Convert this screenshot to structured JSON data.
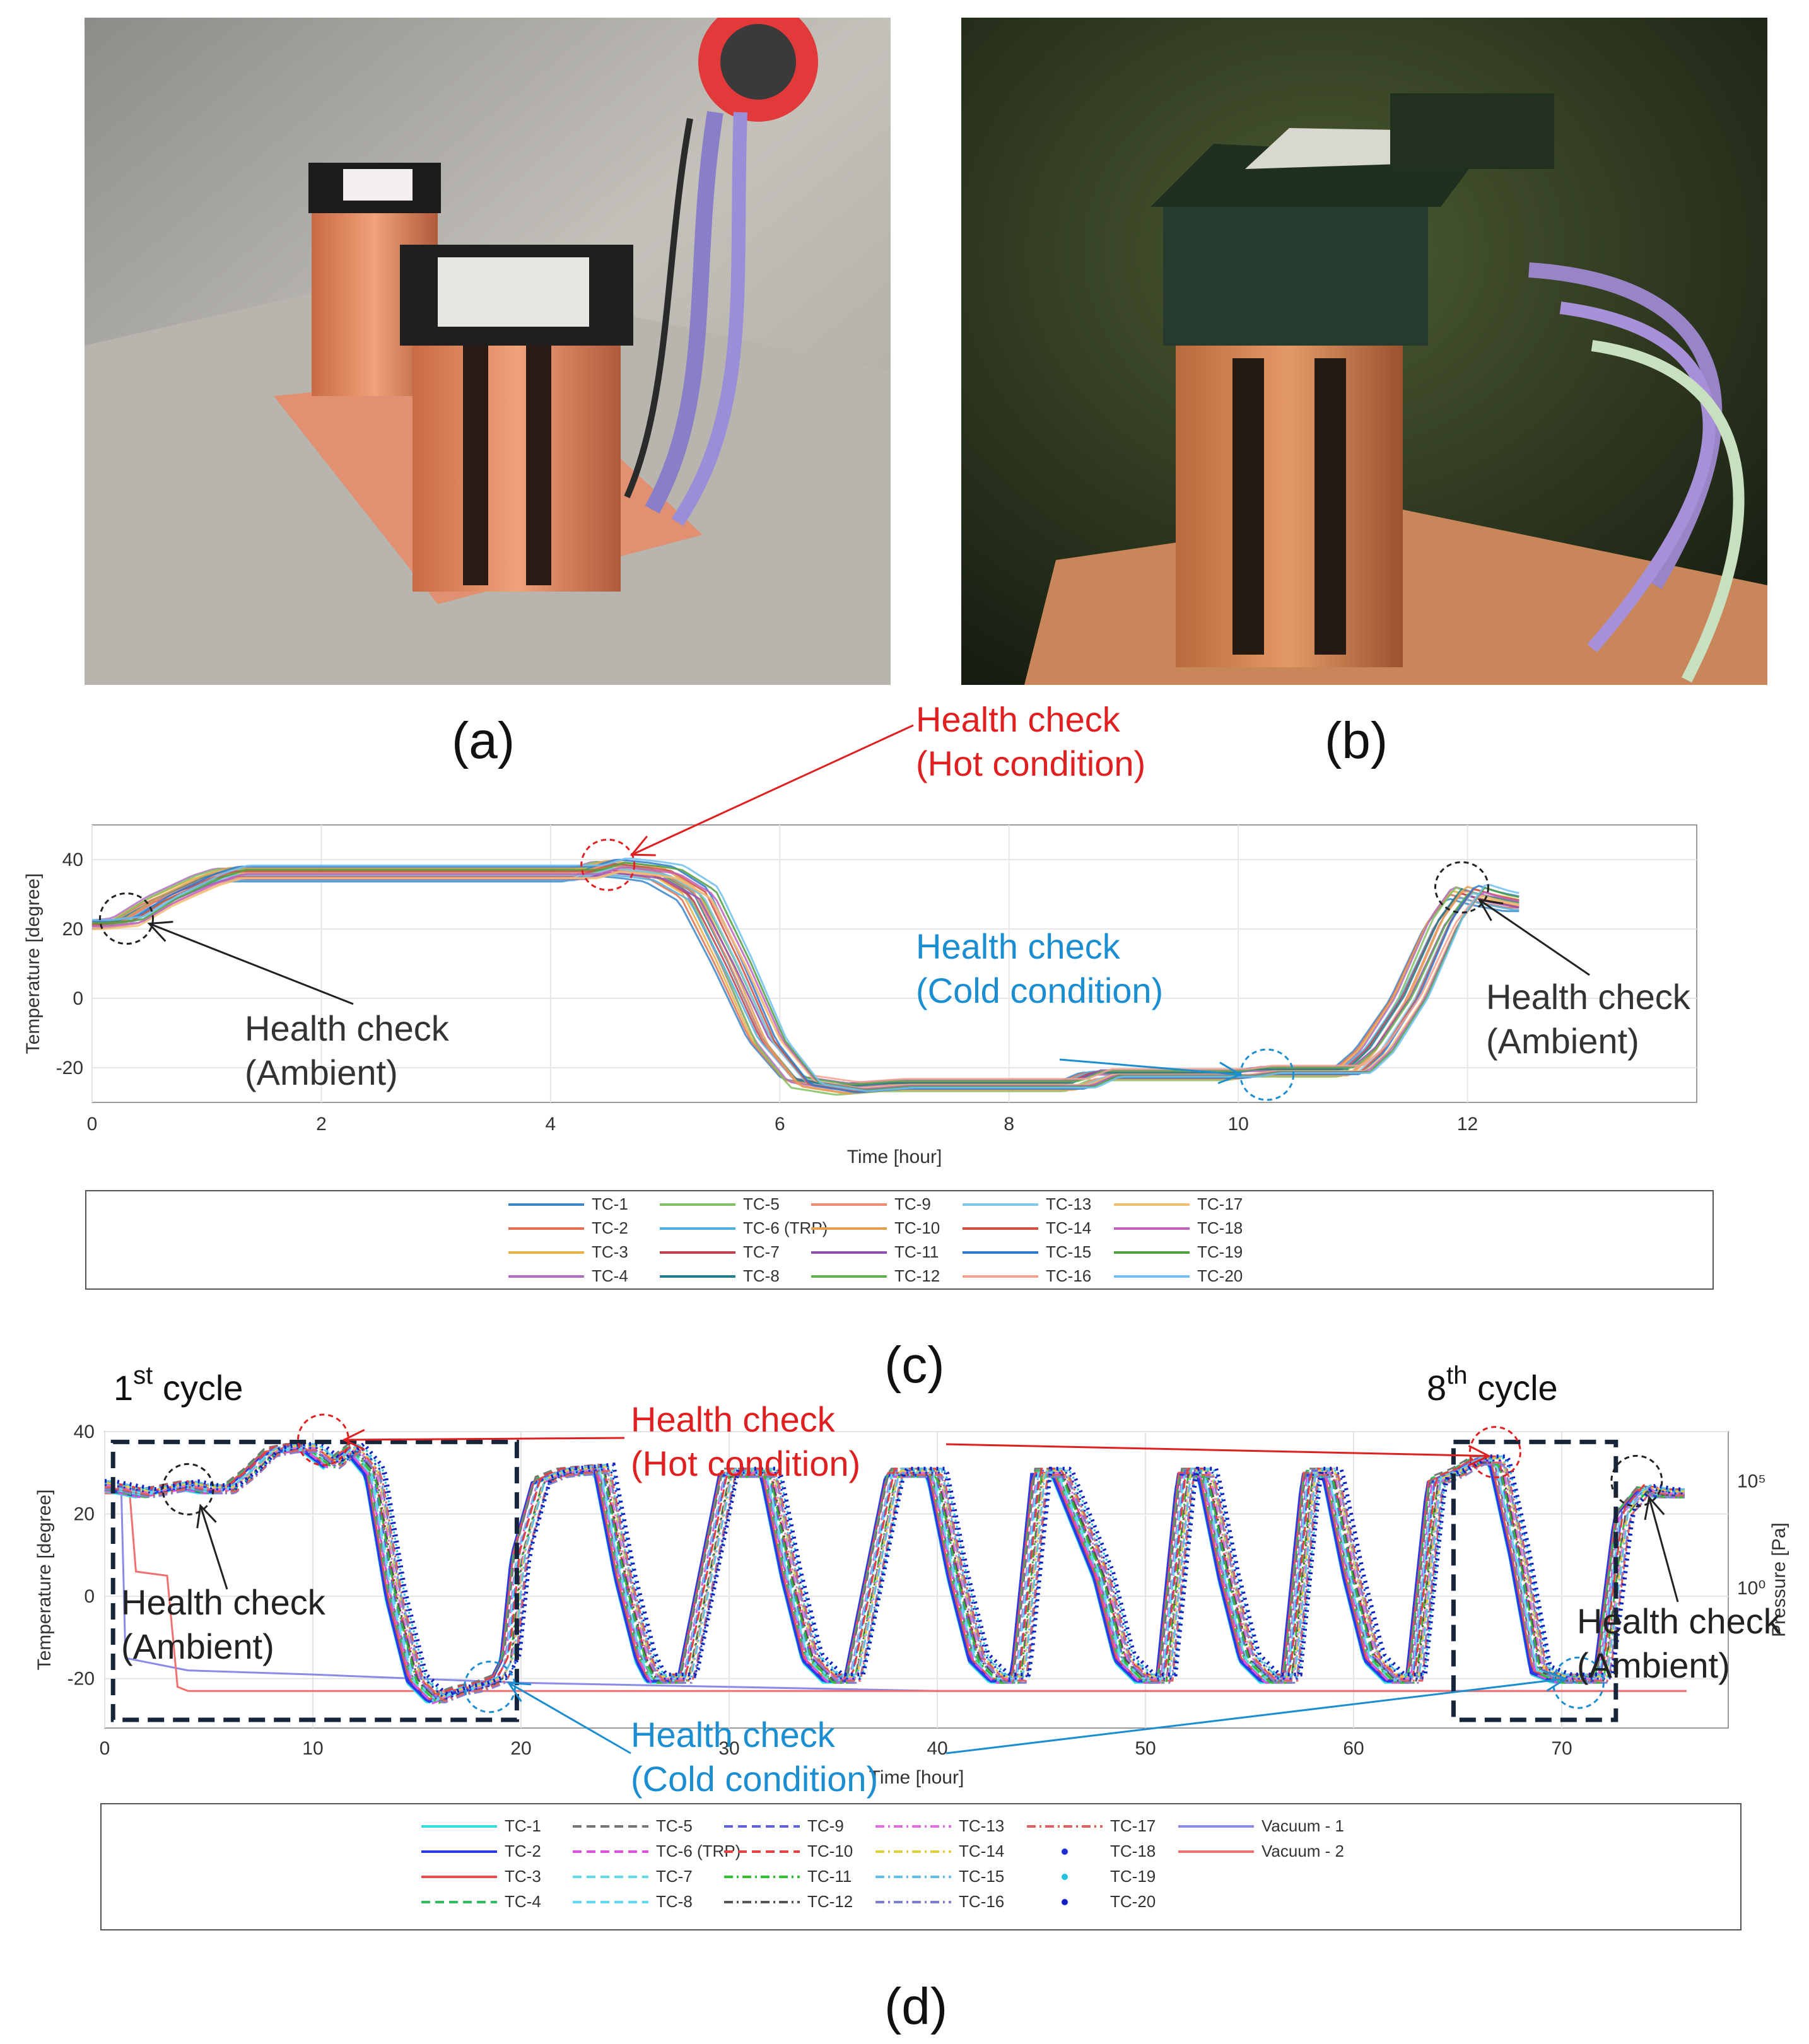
{
  "panels": {
    "a": "(a)",
    "b": "(b)",
    "c": "(c)",
    "d": "(d)"
  },
  "photos": {
    "a": {
      "subject": "two-module thermal test setup on copper baseplate with cable harness",
      "background": "#b9b6b2",
      "accent": "#e8734f"
    },
    "b": {
      "subject": "two-module test setup inside thermal vacuum chamber",
      "background": "#23301c",
      "accent": "#d98a54"
    }
  },
  "chart_data": [
    {
      "id": "c",
      "type": "line",
      "title": "",
      "xlabel": "Time [hour]",
      "ylabel": "Temperature [degree]",
      "xlim": [
        0,
        14
      ],
      "ylim": [
        -30,
        50
      ],
      "xticks": [
        "0",
        "2",
        "4",
        "6",
        "8",
        "10",
        "12"
      ],
      "yticks": [
        "-20",
        "0",
        "20",
        "40"
      ],
      "grid": true,
      "legend_position": "below",
      "series_names": [
        "TC-1",
        "TC-2",
        "TC-3",
        "TC-4",
        "TC-5",
        "TC-6 (TRP)",
        "TC-7",
        "TC-8",
        "TC-9",
        "TC-10",
        "TC-11",
        "TC-12",
        "TC-13",
        "TC-14",
        "TC-15",
        "TC-16",
        "TC-17",
        "TC-18",
        "TC-19",
        "TC-20"
      ],
      "series_colors": [
        "#3a86c8",
        "#e07050",
        "#e8b040",
        "#b070c0",
        "#80c060",
        "#50b0e0",
        "#c04050",
        "#208090",
        "#f08a70",
        "#e0a050",
        "#9050b0",
        "#60b050",
        "#80c8e8",
        "#d05040",
        "#2a7ad0",
        "#f5a090",
        "#f0c070",
        "#c060c0",
        "#50a040",
        "#70c0f0"
      ],
      "profile": {
        "x": [
          0,
          0.3,
          0.6,
          1.0,
          1.2,
          2,
          3,
          4,
          4.3,
          4.5,
          4.8,
          5.0,
          5.3,
          5.6,
          5.9,
          6.2,
          6.6,
          7,
          8,
          8.6,
          8.8,
          9,
          10,
          10.2,
          10.5,
          11,
          11.2,
          11.5,
          11.8,
          12.0,
          12.2,
          12.5
        ],
        "y": [
          21,
          22,
          28,
          34,
          36,
          36,
          36,
          36,
          36,
          38,
          37,
          36,
          30,
          10,
          -12,
          -24,
          -26,
          -25,
          -25,
          -25,
          -22,
          -22,
          -22,
          -21,
          -21,
          -21,
          -15,
          0,
          22,
          31,
          29,
          27
        ]
      },
      "annotations": [
        {
          "line1": "Health check",
          "line2": "(Hot condition)",
          "color": "#e02020"
        },
        {
          "line1": "Health check",
          "line2": "(Cold condition)",
          "color": "#1a8ed0"
        },
        {
          "line1": "Health check",
          "line2": "(Ambient)",
          "color": "#333333"
        },
        {
          "line1": "Health check",
          "line2": "(Ambient)",
          "color": "#333333"
        }
      ]
    },
    {
      "id": "d",
      "type": "line",
      "title": "",
      "xlabel": "Time [hour]",
      "ylabel": "Temperature [degree]",
      "ylabel_right": "Pressure [Pa]",
      "xlim": [
        0,
        78
      ],
      "ylim": [
        -32,
        40
      ],
      "xticks": [
        "0",
        "10",
        "20",
        "30",
        "40",
        "50",
        "60",
        "70"
      ],
      "yticks": [
        "-20",
        "0",
        "20",
        "40"
      ],
      "yticks_right": [
        "10⁵",
        "10⁰"
      ],
      "grid": true,
      "legend_position": "below",
      "series_names": [
        "TC-1",
        "TC-2",
        "TC-3",
        "TC-4",
        "TC-5",
        "TC-6 (TRP)",
        "TC-7",
        "TC-8",
        "TC-9",
        "TC-10",
        "TC-11",
        "TC-12",
        "TC-13",
        "TC-14",
        "TC-15",
        "TC-16",
        "TC-17",
        "TC-18",
        "TC-19",
        "TC-20",
        "Vacuum - 1",
        "Vacuum - 2"
      ],
      "series_colors": [
        "#30e0e0",
        "#2a3ae8",
        "#e85050",
        "#30c060",
        "#777777",
        "#e050e0",
        "#60d8e8",
        "#60d8f0",
        "#6060e0",
        "#e84040",
        "#30c030",
        "#555555",
        "#e070e0",
        "#e0d040",
        "#60c0e8",
        "#8080d0",
        "#e06060",
        "#2030d0",
        "#20c0e0",
        "#1020c0",
        "#8a8ae8",
        "#f07070"
      ],
      "series_styles": [
        "solid",
        "solid",
        "solid",
        "dashed",
        "dashed",
        "dashed",
        "dashed",
        "dashed",
        "dashed",
        "dashed",
        "dashdot",
        "dashdot",
        "dashdot",
        "dashdot",
        "dashdot",
        "dashdot",
        "dashdot",
        "dot",
        "dot",
        "dot",
        "solid",
        "solid"
      ],
      "profile": {
        "x": [
          0,
          1,
          2,
          3,
          4,
          5,
          6,
          7,
          8,
          9,
          10,
          11,
          12,
          13,
          14,
          15,
          16,
          17,
          18,
          19,
          19.5,
          20,
          21,
          22,
          24,
          25,
          26,
          26.5,
          27,
          28,
          30,
          32,
          33,
          34,
          35,
          36,
          38,
          40,
          41,
          42,
          43,
          44,
          45,
          46,
          48,
          49,
          50,
          51,
          52,
          53,
          54,
          55,
          56,
          57,
          58,
          59,
          60,
          61,
          62,
          63,
          64,
          65,
          66,
          67,
          68,
          69,
          70,
          71,
          72,
          73,
          74,
          75,
          76
        ],
        "y": [
          27,
          26,
          25,
          26,
          27,
          26,
          26,
          30,
          35,
          36,
          36,
          32,
          36,
          30,
          0,
          -20,
          -25,
          -23,
          -22,
          -20,
          -15,
          10,
          28,
          30,
          31,
          5,
          -15,
          -20,
          -20,
          -20,
          30,
          30,
          5,
          -15,
          -20,
          -20,
          30,
          30,
          5,
          -15,
          -20,
          -20,
          30,
          30,
          5,
          -15,
          -20,
          -20,
          30,
          30,
          5,
          -15,
          -20,
          -20,
          30,
          30,
          5,
          -15,
          -20,
          -20,
          28,
          30,
          33,
          33,
          10,
          -18,
          -20,
          -20,
          -20,
          20,
          26,
          25,
          25
        ]
      },
      "vacuum1": {
        "x": [
          0,
          0.8,
          1,
          3,
          4,
          10,
          15,
          20,
          30,
          40,
          50,
          60,
          70,
          76
        ],
        "y": [
          25,
          25,
          -15,
          -17,
          -18,
          -19,
          -20,
          -21,
          -22,
          -23,
          -23,
          -23,
          -23,
          -23
        ]
      },
      "vacuum2": {
        "x": [
          0,
          1.2,
          1.5,
          3,
          3.5,
          4,
          76
        ],
        "y": [
          25,
          25,
          6,
          5,
          -22,
          -23,
          -23
        ]
      },
      "cycle_labels": [
        {
          "prefix": "1",
          "sup": "st",
          "suffix": " cycle"
        },
        {
          "prefix": "8",
          "sup": "th",
          "suffix": " cycle"
        }
      ],
      "annotations": [
        {
          "line1": "Health check",
          "line2": "(Hot condition)",
          "color": "#e02020"
        },
        {
          "line1": "Health check",
          "line2": "(Cold condition)",
          "color": "#1a8ed0"
        },
        {
          "line1": "Health check",
          "line2": "(Ambient)",
          "color": "#222222"
        },
        {
          "line1": "Health check",
          "line2": "(Ambient)",
          "color": "#222222"
        }
      ]
    }
  ]
}
